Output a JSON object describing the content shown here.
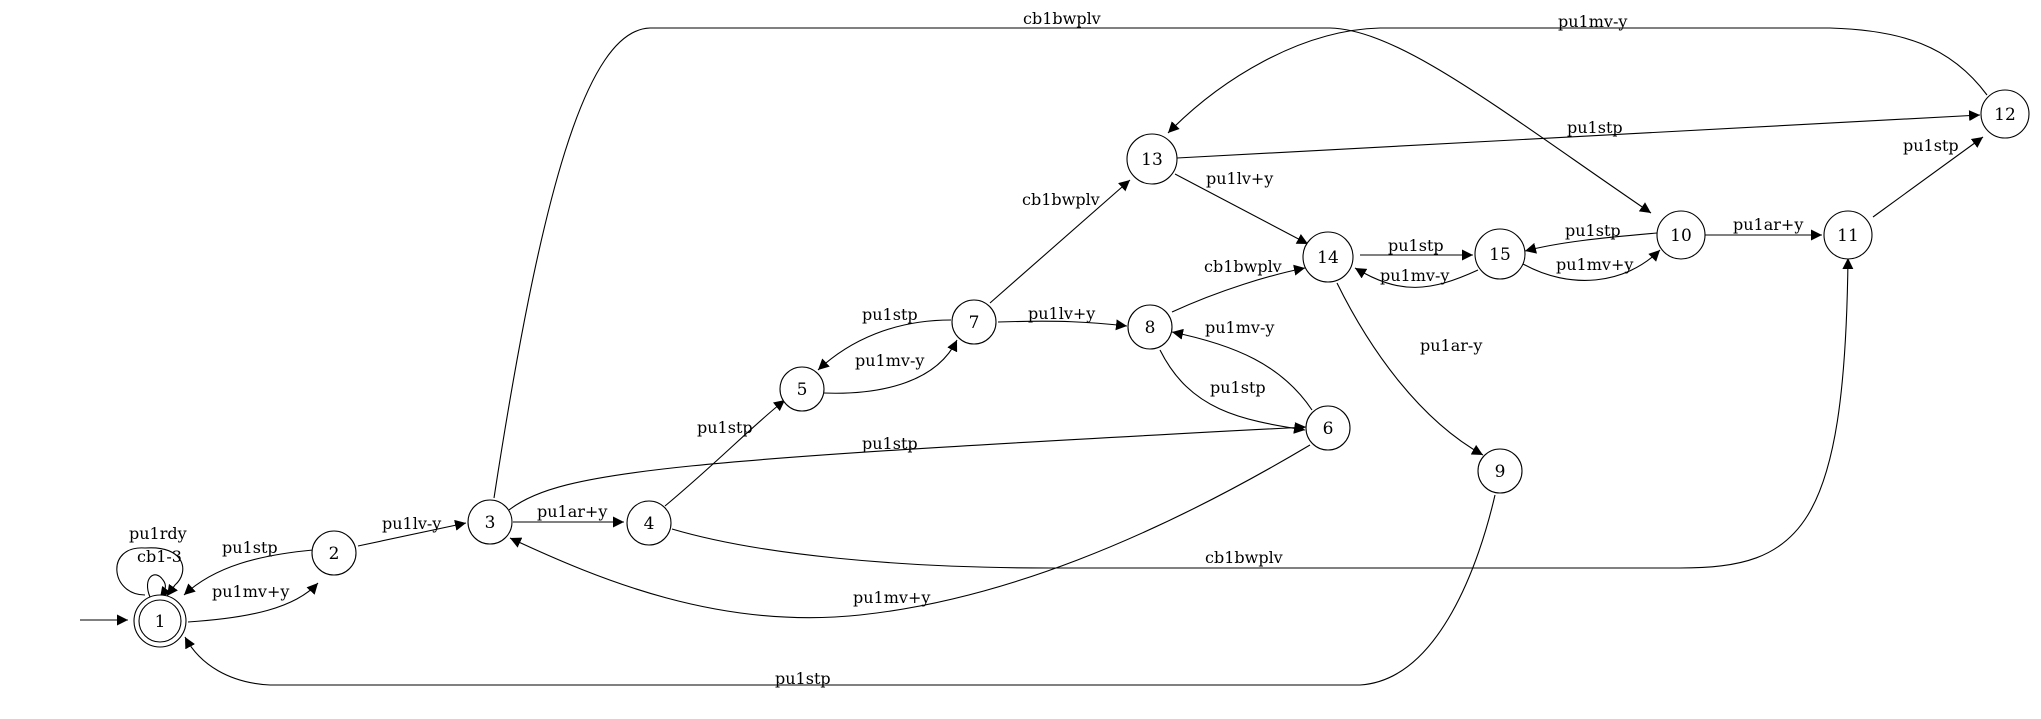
{
  "graph": {
    "start_state": "1",
    "states": [
      {
        "id": "1",
        "label": "1",
        "accepting": true
      },
      {
        "id": "2",
        "label": "2"
      },
      {
        "id": "3",
        "label": "3"
      },
      {
        "id": "4",
        "label": "4"
      },
      {
        "id": "5",
        "label": "5"
      },
      {
        "id": "6",
        "label": "6"
      },
      {
        "id": "7",
        "label": "7"
      },
      {
        "id": "8",
        "label": "8"
      },
      {
        "id": "9",
        "label": "9"
      },
      {
        "id": "10",
        "label": "10"
      },
      {
        "id": "11",
        "label": "11"
      },
      {
        "id": "12",
        "label": "12"
      },
      {
        "id": "13",
        "label": "13"
      },
      {
        "id": "14",
        "label": "14"
      },
      {
        "id": "15",
        "label": "15"
      }
    ],
    "transitions": [
      {
        "from": "1",
        "to": "1",
        "label": "pu1rdy"
      },
      {
        "from": "1",
        "to": "1",
        "label": "cb1-3"
      },
      {
        "from": "1",
        "to": "2",
        "label": "pu1mv+y"
      },
      {
        "from": "2",
        "to": "1",
        "label": "pu1stp"
      },
      {
        "from": "2",
        "to": "3",
        "label": "pu1lv-y"
      },
      {
        "from": "3",
        "to": "4",
        "label": "pu1ar+y"
      },
      {
        "from": "3",
        "to": "6",
        "label": "pu1stp"
      },
      {
        "from": "3",
        "to": "10",
        "label": "cb1bwplv"
      },
      {
        "from": "4",
        "to": "5",
        "label": "pu1stp"
      },
      {
        "from": "4",
        "to": "11",
        "label": "cb1bwplv"
      },
      {
        "from": "5",
        "to": "7",
        "label": "pu1mv-y"
      },
      {
        "from": "7",
        "to": "5",
        "label": "pu1stp"
      },
      {
        "from": "7",
        "to": "8",
        "label": "pu1lv+y"
      },
      {
        "from": "7",
        "to": "13",
        "label": "cb1bwplv"
      },
      {
        "from": "8",
        "to": "6",
        "label": "pu1stp"
      },
      {
        "from": "6",
        "to": "8",
        "label": "pu1mv-y"
      },
      {
        "from": "6",
        "to": "3",
        "label": "pu1mv+y"
      },
      {
        "from": "8",
        "to": "14",
        "label": "cb1bwplv"
      },
      {
        "from": "9",
        "to": "1",
        "label": "pu1stp"
      },
      {
        "from": "14",
        "to": "15",
        "label": "pu1stp"
      },
      {
        "from": "15",
        "to": "14",
        "label": "pu1mv-y"
      },
      {
        "from": "14",
        "to": "9",
        "label": "pu1ar-y"
      },
      {
        "from": "15",
        "to": "10",
        "label": "pu1mv+y"
      },
      {
        "from": "10",
        "to": "15",
        "label": "pu1stp"
      },
      {
        "from": "10",
        "to": "11",
        "label": "pu1ar+y"
      },
      {
        "from": "11",
        "to": "12",
        "label": "pu1stp"
      },
      {
        "from": "12",
        "to": "13",
        "label": "pu1mv-y"
      },
      {
        "from": "13",
        "to": "12",
        "label": "pu1stp"
      },
      {
        "from": "13",
        "to": "14",
        "label": "pu1lv+y"
      }
    ]
  }
}
